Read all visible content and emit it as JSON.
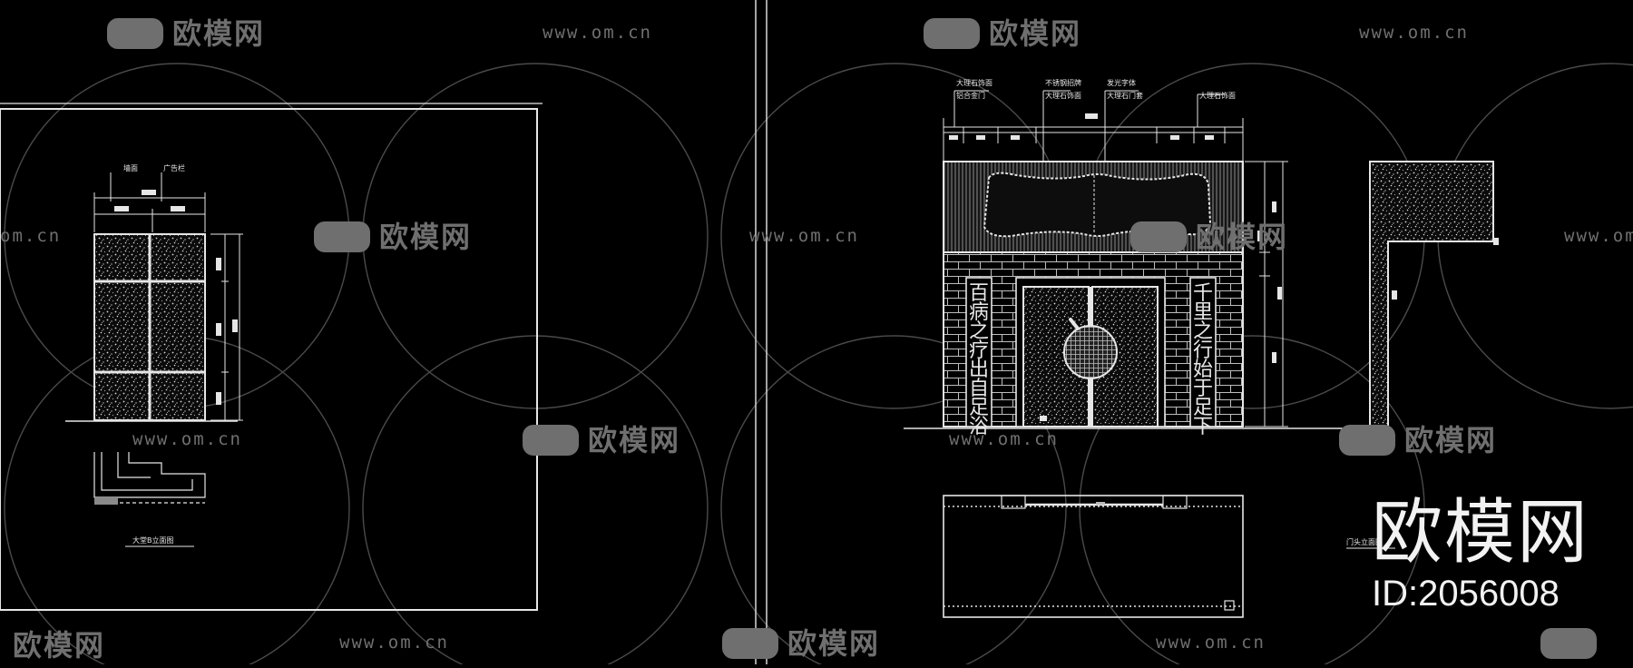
{
  "watermark": {
    "brand": "欧模网",
    "url": "www.om.cn",
    "url_short": "om.cn"
  },
  "brand_stamp": {
    "name": "欧模网",
    "id": "ID:2056008"
  },
  "drawing": {
    "left_title": "大堂B立面图",
    "left_label_a": "墙面",
    "left_label_b": "广告栏",
    "right_label_1a": "大理石饰面",
    "right_label_1b": "铝合金门",
    "right_label_2a": "不锈钢招牌",
    "right_label_2b": "大理石饰面",
    "right_label_3a": "发光字体",
    "right_label_3b": "大理石门套",
    "right_label_4": "大理石饰面",
    "side_title": "门头立面图",
    "couplet_left": [
      "百",
      "病",
      "之",
      "疗",
      "出",
      "自",
      "足",
      "浴"
    ],
    "couplet_right": [
      "千",
      "里",
      "之",
      "行",
      "始",
      "于",
      "足",
      "下"
    ]
  },
  "colors": {
    "background": "#000000",
    "line": "#e6e6e6",
    "watermark": "#6f6f6f"
  }
}
